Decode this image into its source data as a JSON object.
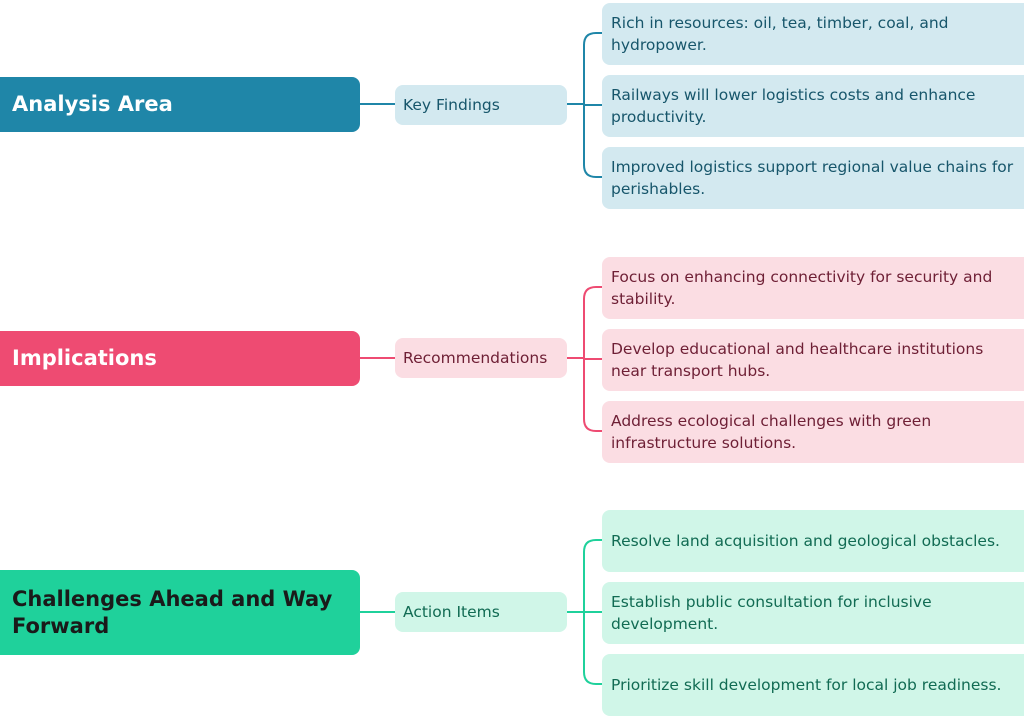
{
  "colors": {
    "analysis_accent": "#1f86a8",
    "implications_accent": "#ee4b72",
    "challenges_accent": "#1fd19b",
    "analysis_light": "#d3e9f0",
    "implications_light": "#fbdde3",
    "challenges_light": "#d0f6e8"
  },
  "branches": [
    {
      "title": "Analysis Area",
      "subtopic": "Key Findings",
      "items": [
        "Rich in resources: oil, tea, timber, coal, and hydropower.",
        "Railways will lower logistics costs and enhance productivity.",
        "Improved logistics support regional value chains for perishables."
      ]
    },
    {
      "title": "Implications",
      "subtopic": "Recommendations",
      "items": [
        "Focus on enhancing connectivity for security and stability.",
        "Develop educational and healthcare institutions near transport hubs.",
        "Address ecological challenges with green infrastructure solutions."
      ]
    },
    {
      "title": "Challenges Ahead and Way Forward",
      "subtopic": "Action Items",
      "items": [
        "Resolve land acquisition and geological obstacles.",
        "Establish public consultation for inclusive development.",
        "Prioritize skill development for local job readiness."
      ]
    }
  ]
}
